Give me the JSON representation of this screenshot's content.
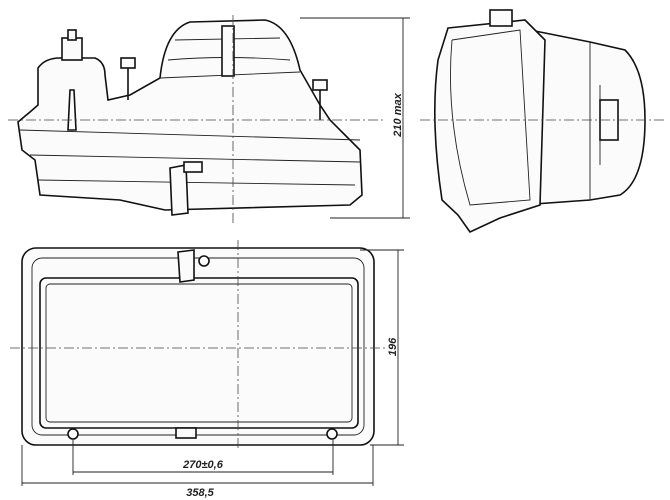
{
  "title": "Headlight unit dimensional drawing",
  "dimensions": {
    "height_max": "210 max",
    "height": "196",
    "mount_spacing": "270±0,6",
    "width": "358,5"
  }
}
